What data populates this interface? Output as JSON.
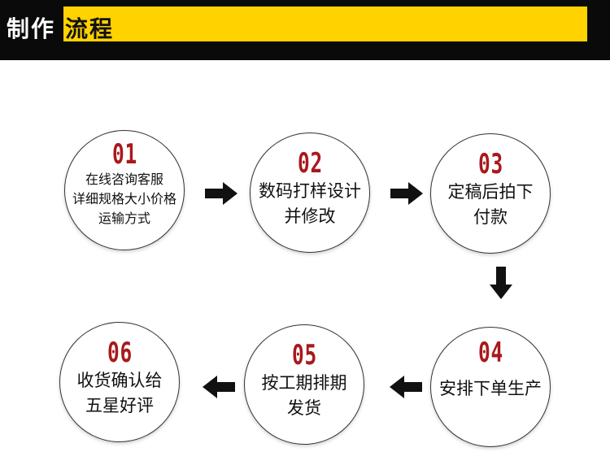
{
  "header": {
    "title_part1": "制作",
    "title_part2": "流程"
  },
  "steps": [
    {
      "num": "01",
      "lines": [
        "在线咨询客服",
        "详细规格大小价格",
        "运输方式"
      ]
    },
    {
      "num": "02",
      "lines": [
        "数码打样设计",
        "并修改"
      ]
    },
    {
      "num": "03",
      "lines": [
        "定稿后拍下",
        "付款"
      ]
    },
    {
      "num": "04",
      "lines": [
        "安排下单生产"
      ]
    },
    {
      "num": "05",
      "lines": [
        "按工期排期",
        "发货"
      ]
    },
    {
      "num": "06",
      "lines": [
        "收货确认给",
        "五星好评"
      ]
    }
  ],
  "colors": {
    "header_bg": "#0a0a0a",
    "header_accent": "#ffd200",
    "number": "#a8191c",
    "arrow": "#111111"
  },
  "icons": {
    "flow_arrow": "arrow-icon"
  }
}
